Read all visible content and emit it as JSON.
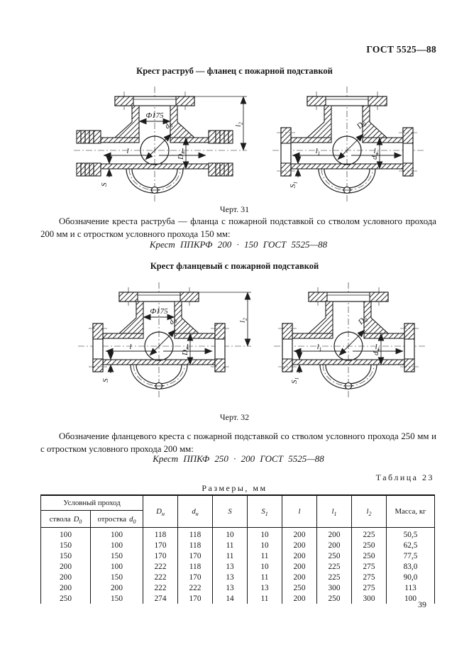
{
  "doc_code": "ГОСТ 5525—88",
  "page_number": "39",
  "fig31": {
    "title": "Крест раструб — фланец с пожарной подставкой",
    "caption": "Черт. 31"
  },
  "fig32": {
    "title": "Крест фланцевый с пожарной подставкой",
    "caption": "Черт. 32"
  },
  "designation31": {
    "text": "Обозначение креста раструба — фланца с пожарной подставкой со стволом условного прохода 200 мм и с отростком условного прохода 150 мм:",
    "formula": "Крест ППКРФ 200 · 150 ГОСТ 5525—88"
  },
  "designation32": {
    "text": "Обозначение фланцевого креста с пожарной подставкой со стволом условного прохода 250 мм и с отростком условного прохода 200 мм:",
    "formula": "Крест ППКФ 250 · 200 ГОСТ 5525—88"
  },
  "dims": {
    "phi": "Ф175",
    "d0_main": "d",
    "d0_sub": "0",
    "D0_main": "D",
    "D0_sub": "0",
    "Dn_main": "D",
    "Dn_sub": "н",
    "dn_main": "d",
    "dn_sub": "н",
    "l": "l",
    "l1_main": "l",
    "l1_sub": "1",
    "l2_main": "l",
    "l2_sub": "2",
    "S": "S",
    "S1_main": "S",
    "S1_sub": "1"
  },
  "table": {
    "caption": "Таблица 23",
    "units": "Размеры,  мм",
    "group_header": "Условный  проход",
    "col_trunk": {
      "label": "ствола",
      "sym": "D",
      "sub": "0"
    },
    "col_branch": {
      "label": "отростка",
      "sym": "d",
      "sub": "0"
    },
    "sym_cols": [
      {
        "main": "D",
        "sub": "н"
      },
      {
        "main": "d",
        "sub": "н"
      },
      {
        "main": "S",
        "sub": ""
      },
      {
        "main": "S",
        "sub": "1"
      },
      {
        "main": "l",
        "sub": ""
      },
      {
        "main": "l",
        "sub": "1"
      },
      {
        "main": "l",
        "sub": "2"
      }
    ],
    "mass_header": "Масса, кг",
    "rows": [
      [
        "100",
        "100",
        "118",
        "118",
        "10",
        "10",
        "200",
        "200",
        "225",
        "50,5"
      ],
      [
        "150",
        "100",
        "170",
        "118",
        "11",
        "10",
        "200",
        "200",
        "250",
        "62,5"
      ],
      [
        "150",
        "150",
        "170",
        "170",
        "11",
        "11",
        "200",
        "250",
        "250",
        "77,5"
      ],
      [
        "200",
        "100",
        "222",
        "118",
        "13",
        "10",
        "200",
        "225",
        "275",
        "83,0"
      ],
      [
        "200",
        "150",
        "222",
        "170",
        "13",
        "11",
        "200",
        "225",
        "275",
        "90,0"
      ],
      [
        "200",
        "200",
        "222",
        "222",
        "13",
        "13",
        "250",
        "300",
        "275",
        "113"
      ],
      [
        "250",
        "150",
        "274",
        "170",
        "14",
        "11",
        "200",
        "250",
        "300",
        "100"
      ]
    ]
  }
}
